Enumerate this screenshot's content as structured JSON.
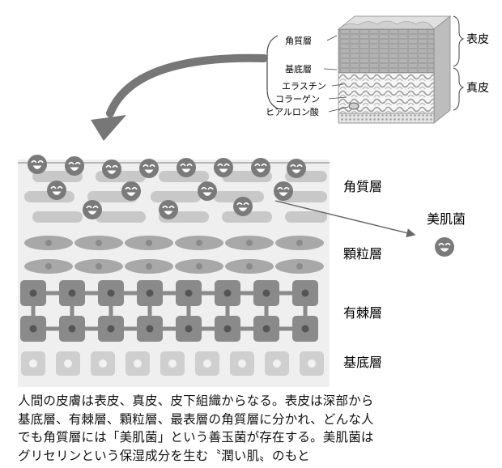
{
  "inset": {
    "labels": [
      "角質層",
      "基底層",
      "エラスチン",
      "コラーゲン",
      "ヒアルロン酸"
    ],
    "side_labels": [
      "表皮",
      "真皮"
    ]
  },
  "main": {
    "layer_labels": [
      "角質層",
      "顆粒層",
      "有棘層",
      "基底層"
    ],
    "bacteria_label": "美肌菌"
  },
  "caption": [
    "人間の皮膚は表皮、真皮、皮下組織からなる。表皮は深部から",
    "基底層、有棘層、顆粒層、最表層の角質層に分かれ、どんな人",
    "でも角質層には「美肌菌」という善玉菌が存在する。美肌菌は",
    "グリセリンという保湿成分を生む〝潤い肌〟のもと"
  ],
  "colors": {
    "panel": "#efefef",
    "cell_light": "#c8c8c8",
    "cell_mid": "#a8a8a8",
    "cell_dark": "#8a8a8a",
    "nucleus": "#555555",
    "arrow": "#666666",
    "face": "#7a7a7a"
  }
}
